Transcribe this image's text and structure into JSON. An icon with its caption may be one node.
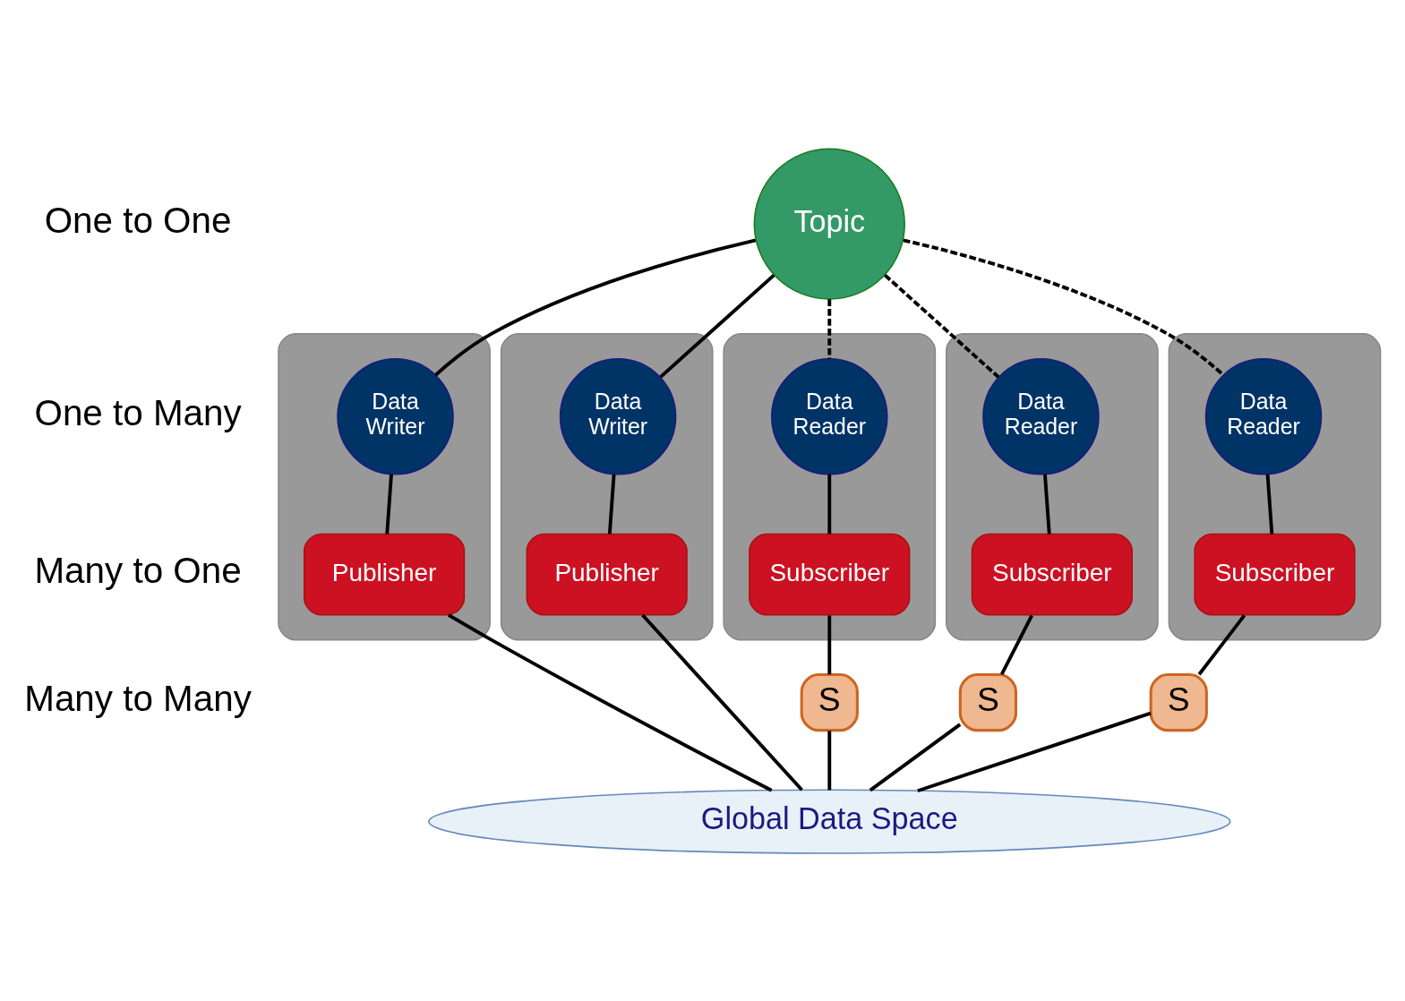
{
  "diagram": {
    "nodes": [
      {
        "text": [
          "Topic"
        ]
      },
      {
        "text": [],
        "shape": "box"
      },
      {
        "text": [
          "Data Writer"
        ],
        "in": 1
      },
      {
        "text": [
          "Publisher"
        ],
        "in": 1
      },
      {
        "text": [],
        "shape": "box"
      },
      {
        "text": [
          "Data Writer"
        ],
        "in": 4
      },
      {
        "text": [
          "Publisher"
        ],
        "in": 4
      },
      {
        "text": [],
        "shape": "box"
      },
      {
        "text": [
          "Data Reader"
        ],
        "in": 7
      },
      {
        "text": [
          "Subscriber"
        ],
        "in": 7
      },
      {
        "text": [],
        "shape": "box"
      },
      {
        "text": [
          "Data Reader"
        ],
        "in": 10
      },
      {
        "text": [
          "Subscriber"
        ],
        "in": 10
      },
      {
        "text": [],
        "shape": "box"
      },
      {
        "text": [
          "Data Reader"
        ],
        "in": 13
      },
      {
        "text": [
          "Subscriber"
        ],
        "in": 13
      },
      {
        "text": [
          "S"
        ]
      },
      {
        "text": [
          "S"
        ]
      },
      {
        "text": [
          "S"
        ]
      },
      {
        "text": [
          "Global Data Space"
        ]
      }
    ],
    "edges": [
      {
        "from": 0,
        "to": 2,
        "arrow": "none"
      },
      {
        "from": 0,
        "to": 5,
        "arrow": "none"
      },
      {
        "from": 0,
        "to": 8,
        "arrow": "none",
        "style": "dashed"
      },
      {
        "from": 0,
        "to": 11,
        "arrow": "none",
        "style": "dashed"
      },
      {
        "from": 0,
        "to": 14,
        "arrow": "none",
        "style": "dashed"
      },
      {
        "from": 2,
        "to": 3,
        "arrow": "none"
      },
      {
        "from": 5,
        "to": 6,
        "arrow": "none"
      },
      {
        "from": 8,
        "to": 9,
        "arrow": "none"
      },
      {
        "from": 11,
        "to": 12,
        "arrow": "none"
      },
      {
        "from": 14,
        "to": 15,
        "arrow": "none"
      },
      {
        "from": 9,
        "to": 16,
        "arrow": "none"
      },
      {
        "from": 12,
        "to": 17,
        "arrow": "none"
      },
      {
        "from": 15,
        "to": 18,
        "arrow": "none"
      },
      {
        "from": 3,
        "to": 19,
        "arrow": "none"
      },
      {
        "from": 6,
        "to": 19,
        "arrow": "none"
      },
      {
        "from": 16,
        "to": 19,
        "arrow": "none"
      },
      {
        "from": 17,
        "to": 19,
        "arrow": "none"
      },
      {
        "from": 18,
        "to": 19,
        "arrow": "none"
      }
    ],
    "labels": [
      "One to One",
      "One to Many",
      "Many to One",
      "Many to Many"
    ]
  }
}
